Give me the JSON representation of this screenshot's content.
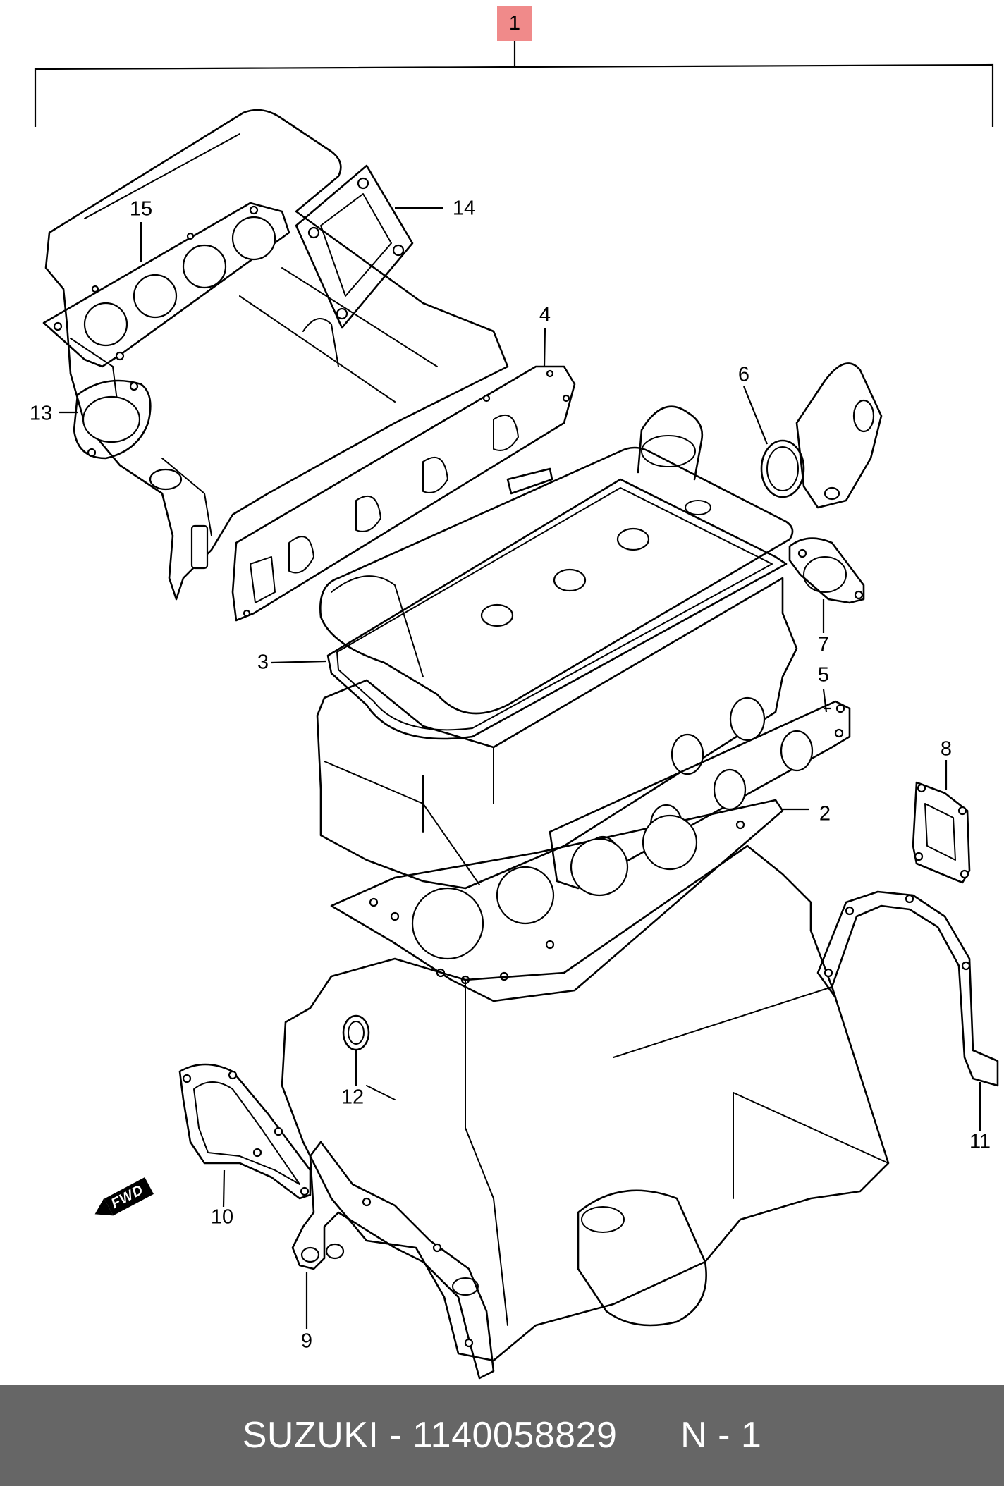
{
  "diagram": {
    "callouts": {
      "c1": "1",
      "c2": "2",
      "c3": "3",
      "c4": "4",
      "c5": "5",
      "c6": "6",
      "c7": "7",
      "c8": "8",
      "c9": "9",
      "c10": "10",
      "c11": "11",
      "c12": "12",
      "c13": "13",
      "c14": "14",
      "c15": "15"
    },
    "fwd_label": "FWD",
    "highlight_color": "#f08a8a",
    "line_color": "#000000"
  },
  "footer": {
    "brand": "SUZUKI",
    "separator": " - ",
    "part_number": "1140058829",
    "suffix": "N - 1",
    "background": "#666666"
  }
}
